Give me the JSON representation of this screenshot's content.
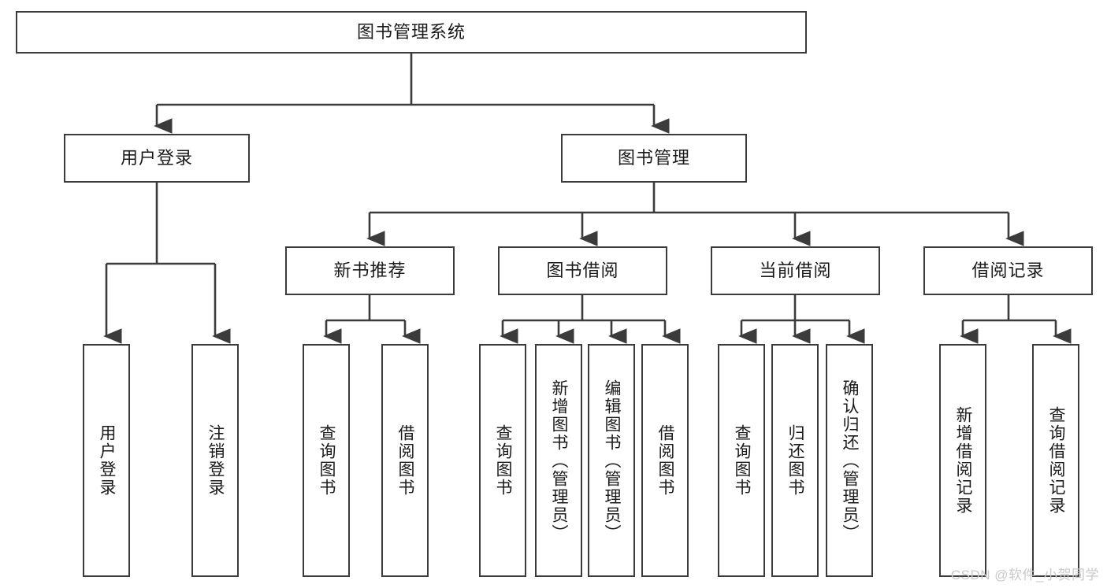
{
  "diagram": {
    "title": "图书管理系统",
    "type": "tree-hierarchy",
    "colors": {
      "box_border": "#3b3b3b",
      "box_fill": "#ffffff",
      "edge": "#3b3b3b",
      "text": "#1a1a1a",
      "watermark": "#c9c9c9",
      "background": "#ffffff"
    },
    "watermark": "CSDN @软件_小贺同学"
  },
  "nodes": {
    "root": {
      "label": "图书管理系统"
    },
    "level2": [
      {
        "id": "user-login",
        "label": "用户登录"
      },
      {
        "id": "book-manage",
        "label": "图书管理"
      }
    ],
    "level3": [
      {
        "id": "new-book-recommend",
        "label": "新书推荐"
      },
      {
        "id": "book-borrow",
        "label": "图书借阅"
      },
      {
        "id": "current-borrow",
        "label": "当前借阅"
      },
      {
        "id": "borrow-record",
        "label": "借阅记录"
      }
    ],
    "leaves": {
      "user_login": [
        {
          "id": "leaf-user-login",
          "label": "用户登录"
        },
        {
          "id": "leaf-logout-login",
          "label": "注销登录"
        }
      ],
      "new_book_recommend": [
        {
          "id": "leaf-query-book-1",
          "label": "查询图书"
        },
        {
          "id": "leaf-borrow-book-1",
          "label": "借阅图书"
        }
      ],
      "book_borrow": [
        {
          "id": "leaf-query-book-2",
          "label": "查询图书"
        },
        {
          "id": "leaf-add-book",
          "label": "新增图书（管理员）"
        },
        {
          "id": "leaf-edit-book",
          "label": "编辑图书（管理员）"
        },
        {
          "id": "leaf-borrow-book-2",
          "label": "借阅图书"
        }
      ],
      "current_borrow": [
        {
          "id": "leaf-query-book-3",
          "label": "查询图书"
        },
        {
          "id": "leaf-return-book",
          "label": "归还图书"
        },
        {
          "id": "leaf-confirm-return",
          "label": "确认归还（管理员）"
        }
      ],
      "borrow_record": [
        {
          "id": "leaf-add-record",
          "label": "新增借阅记录"
        },
        {
          "id": "leaf-query-record",
          "label": "查询借阅记录"
        }
      ]
    }
  }
}
